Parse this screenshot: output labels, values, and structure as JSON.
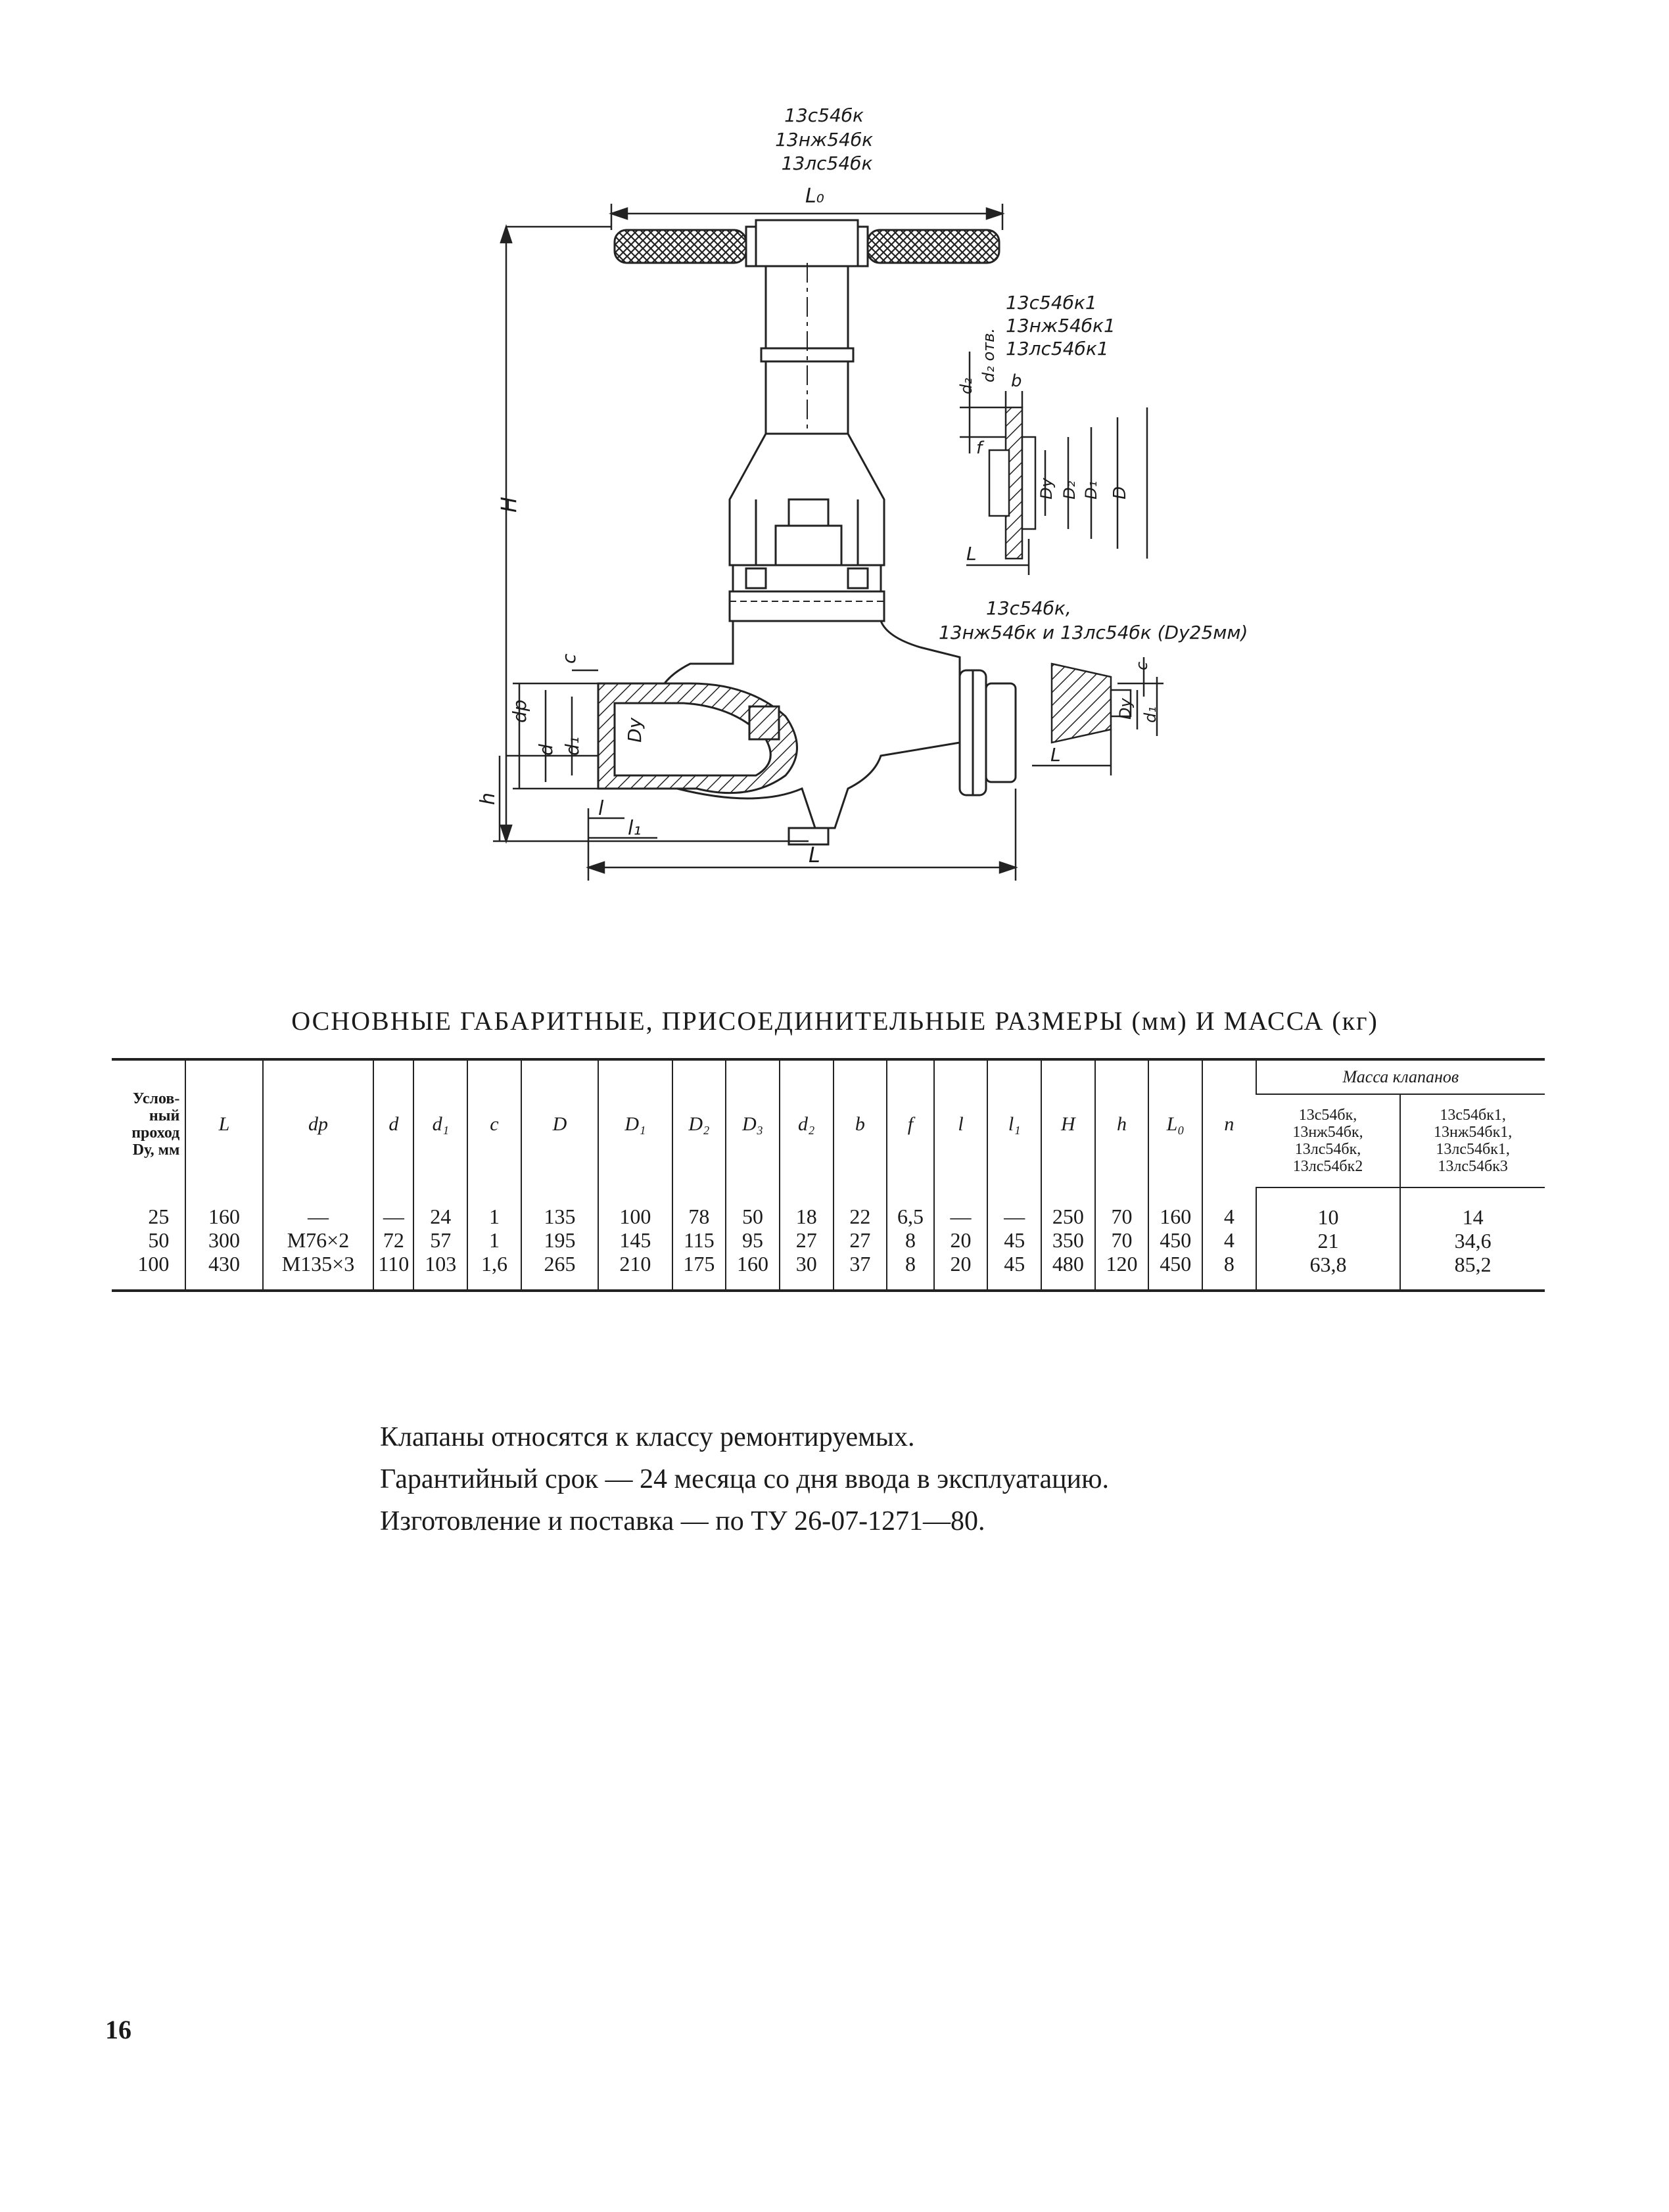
{
  "drawing": {
    "top_variant": [
      "13с54бк",
      "13нж54бк",
      "13лс54бк"
    ],
    "mid_variant": [
      "13с54бк1",
      "13нж54бк1",
      "13лс54бк1"
    ],
    "bottom_variant": [
      "13с54бк,",
      "13нж54бк и 13лс54бк (Dy25мм)"
    ],
    "labels": {
      "L0": "L₀",
      "H": "H",
      "h": "h",
      "L": "L",
      "c": "c",
      "dp": "dр",
      "d": "d",
      "d1": "d₁",
      "Dy": "Dy",
      "l": "l",
      "l1": "l₁",
      "b": "b",
      "f": "f",
      "D": "D",
      "D1": "D₁",
      "D2": "D₂",
      "d2": "d₂",
      "d2_note": "d₂ отв."
    }
  },
  "table": {
    "title": "ОСНОВНЫЕ ГАБАРИТНЫЕ, ПРИСОЕДИНИТЕЛЬНЫЕ РАЗМЕРЫ (мм) И МАССА (кг)",
    "dn_header": "Услов-\nный\nпроход\nDу, мм",
    "headers": [
      "L",
      "dр",
      "d",
      "d₁",
      "c",
      "D",
      "D₁",
      "D₂",
      "D₃",
      "d₂",
      "b",
      "f",
      "l",
      "l₁",
      "H",
      "h",
      "L₀",
      "n"
    ],
    "mass_header": "Масса клапанов",
    "mass_subheaders": [
      "13с54бк,\n13нж54бк,\n13лс54бк,\n13лс54бк2",
      "13с54бк1,\n13нж54бк1,\n13лс54бк1,\n13лс54бк3"
    ],
    "rows": [
      [
        "25",
        "160",
        "—",
        "—",
        "24",
        "1",
        "135",
        "100",
        "78",
        "50",
        "18",
        "22",
        "6,5",
        "—",
        "—",
        "250",
        "70",
        "160",
        "4",
        "10",
        "14"
      ],
      [
        "50",
        "300",
        "М76×2",
        "72",
        "57",
        "1",
        "195",
        "145",
        "115",
        "95",
        "27",
        "27",
        "8",
        "20",
        "45",
        "350",
        "70",
        "450",
        "4",
        "21",
        "34,6"
      ],
      [
        "100",
        "430",
        "М135×3",
        "110",
        "103",
        "1,6",
        "265",
        "210",
        "175",
        "160",
        "30",
        "37",
        "8",
        "20",
        "45",
        "480",
        "120",
        "450",
        "8",
        "63,8",
        "85,2"
      ]
    ]
  },
  "notes": [
    "Клапаны относятся к классу ремонтируемых.",
    "Гарантийный срок — 24 месяца со дня ввода в эксплуатацию.",
    "Изготовление и поставка — по ТУ 26-07-1271—80."
  ],
  "page_number": "16"
}
